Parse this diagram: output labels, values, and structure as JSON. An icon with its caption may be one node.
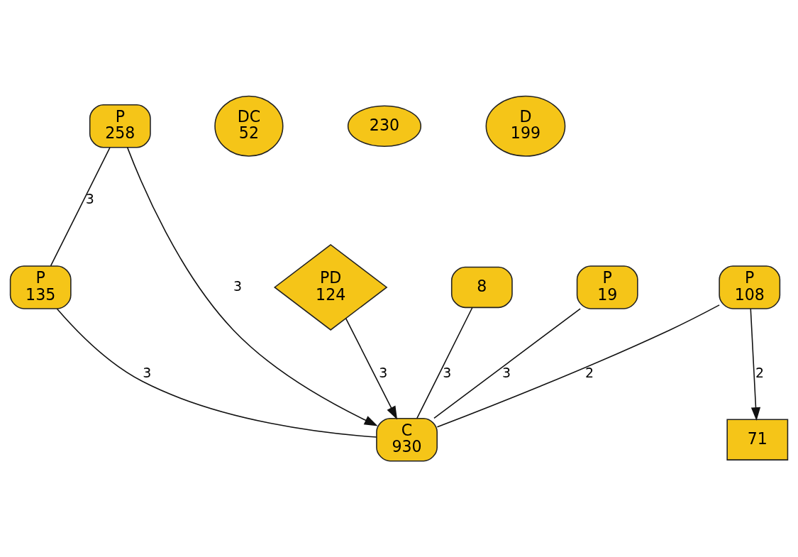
{
  "diagram": {
    "nodes": [
      {
        "text": [
          "P",
          "258"
        ]
      },
      {
        "text": [
          "PD",
          "124"
        ]
      },
      {
        "text": [
          "8"
        ]
      },
      {
        "text": [
          "71"
        ]
      },
      {
        "text": [
          "P",
          "19"
        ]
      },
      {
        "text": [
          "P",
          "135"
        ]
      },
      {
        "text": [
          "P",
          "108"
        ]
      },
      {
        "text": [
          "C",
          "930"
        ]
      },
      {
        "text": [
          "DC",
          "52"
        ]
      },
      {
        "text": [
          "230"
        ]
      },
      {
        "text": [
          "D",
          "199"
        ]
      }
    ],
    "edges": [
      {
        "from": 0,
        "to": 5,
        "arrow": "none",
        "label": "3"
      },
      {
        "from": 0,
        "to": 7,
        "arrow": "to",
        "label": "3"
      },
      {
        "from": 1,
        "to": 7,
        "arrow": "to",
        "label": "3"
      },
      {
        "from": 2,
        "to": 7,
        "arrow": "none",
        "label": "3"
      },
      {
        "from": 6,
        "to": 3,
        "arrow": "to",
        "label": "2"
      },
      {
        "from": 4,
        "to": 7,
        "arrow": "none",
        "label": "3"
      },
      {
        "from": 5,
        "to": 7,
        "arrow": "none",
        "label": "3"
      },
      {
        "from": 6,
        "to": 7,
        "arrow": "none",
        "label": "2"
      }
    ]
  }
}
